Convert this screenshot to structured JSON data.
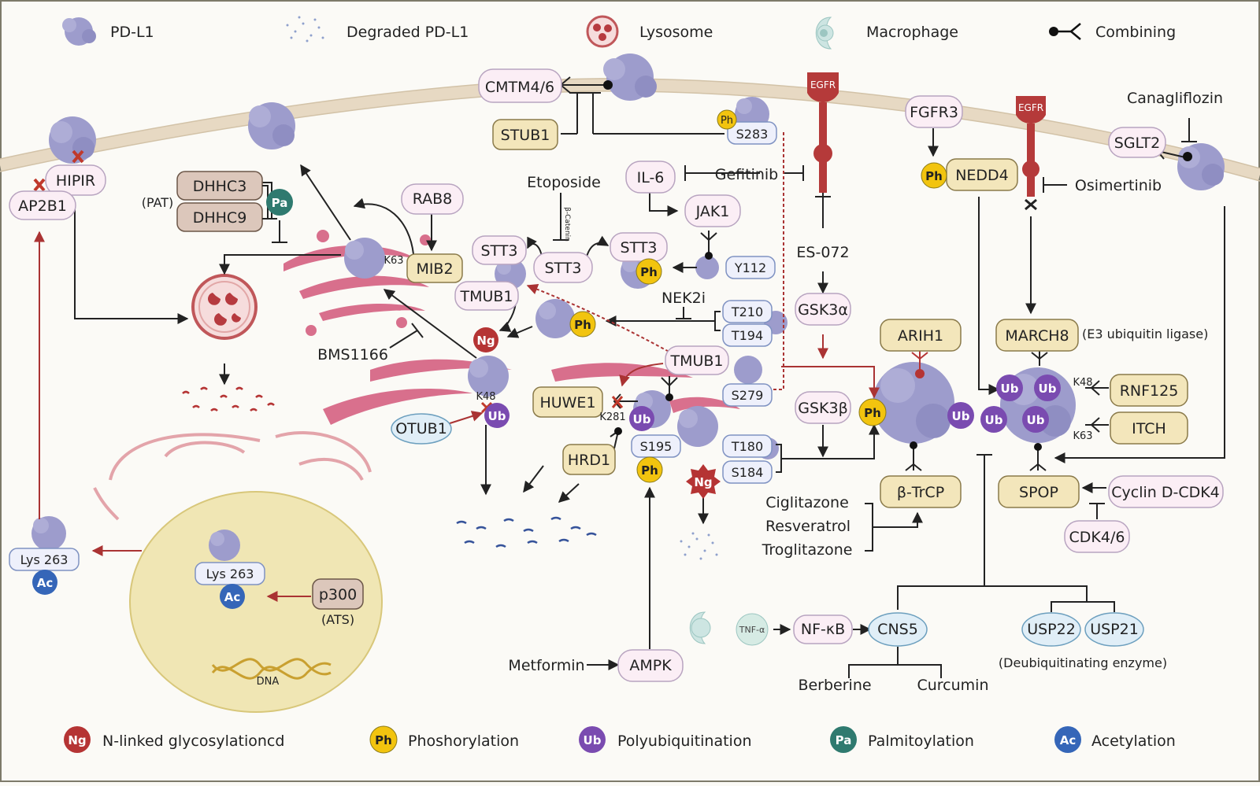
{
  "legend_top": {
    "pdl1": "PD-L1",
    "degraded": "Degraded PD-L1",
    "lysosome": "Lysosome",
    "macrophage": "Macrophage",
    "combining": "Combining"
  },
  "legend_bottom": {
    "ng_badge": "Ng",
    "ng": "N-linked glycosylationcd",
    "ph_badge": "Ph",
    "ph": "Phoshorylation",
    "ub_badge": "Ub",
    "ub": "Polyubiquitination",
    "pa_badge": "Pa",
    "pa": "Palmitoylation",
    "ac_badge": "Ac",
    "ac": "Acetylation"
  },
  "labels": {
    "cmtm46": "CMTM4/6",
    "stub1": "STUB1",
    "s283": "S283",
    "ph": "Ph",
    "ub": "Ub",
    "ng": "Ng",
    "pa": "Pa",
    "ac": "Ac",
    "egfr": "EGFR",
    "fgfr3": "FGFR3",
    "nedd4": "NEDD4",
    "canagliflozin": "Canagliflozin",
    "sglt2": "SGLT2",
    "osimertinib": "Osimertinib",
    "hipir": "HIPIR",
    "ap2b1": "AP2B1",
    "dhhc3": "DHHC3",
    "dhhc9": "DHHC9",
    "pat": "(PAT)",
    "rab8": "RAB8",
    "mib2": "MIB2",
    "k63": "K63",
    "etoposide": "Etoposide",
    "beta_catenin": "β-Catenin",
    "stt3": "STT3",
    "tmub1": "TMUB1",
    "il6": "IL-6",
    "gefitinib": "Gefitinib",
    "jak1": "JAK1",
    "y112": "Y112",
    "es072": "ES-072",
    "nek2i": "NEK2i",
    "t210": "T210",
    "t194": "T194",
    "gsk3a": "GSK3α",
    "arih1": "ARIH1",
    "march8": "MARCH8",
    "e3_ligase": "(E3 ubiquitin ligase)",
    "bms1166": "BMS1166",
    "s279": "S279",
    "gsk3b": "GSK3β",
    "huwe1": "HUWE1",
    "k281": "K281",
    "k48": "K48",
    "otub1": "OTUB1",
    "rnf125": "RNF125",
    "itch": "ITCH",
    "hrd1": "HRD1",
    "s195": "S195",
    "t180": "T180",
    "s184": "S184",
    "btrcp": "β-TrCP",
    "spop": "SPOP",
    "cyclind": "Cyclin D-CDK4",
    "cdk46": "CDK4/6",
    "ciglitazone": "Ciglitazone",
    "resveratrol": "Resveratrol",
    "troglitazone": "Troglitazone",
    "lys263": "Lys 263",
    "p300": "p300",
    "ats": "(ATS)",
    "dna": "DNA",
    "metformin": "Metformin",
    "ampk": "AMPK",
    "tnfa": "TNF-α",
    "nfkb": "NF-κB",
    "cns5": "CNS5",
    "usp22": "USP22",
    "usp21": "USP21",
    "dub": "(Deubiquitinating enzyme)",
    "berberine": "Berberine",
    "curcumin": "Curcumin"
  },
  "colors": {
    "pdl1": "#9d9ccc",
    "phospho": "#f2c40f",
    "ubiquitin": "#7a4bb0",
    "nglyco": "#b53434",
    "palmitoyl": "#2f7a6f",
    "acetyl": "#3566b8",
    "egfr": "#b53a3a",
    "golgi": "#d2577a",
    "dashed_arrow": "#a33",
    "membrane": "#e7d9c3"
  }
}
